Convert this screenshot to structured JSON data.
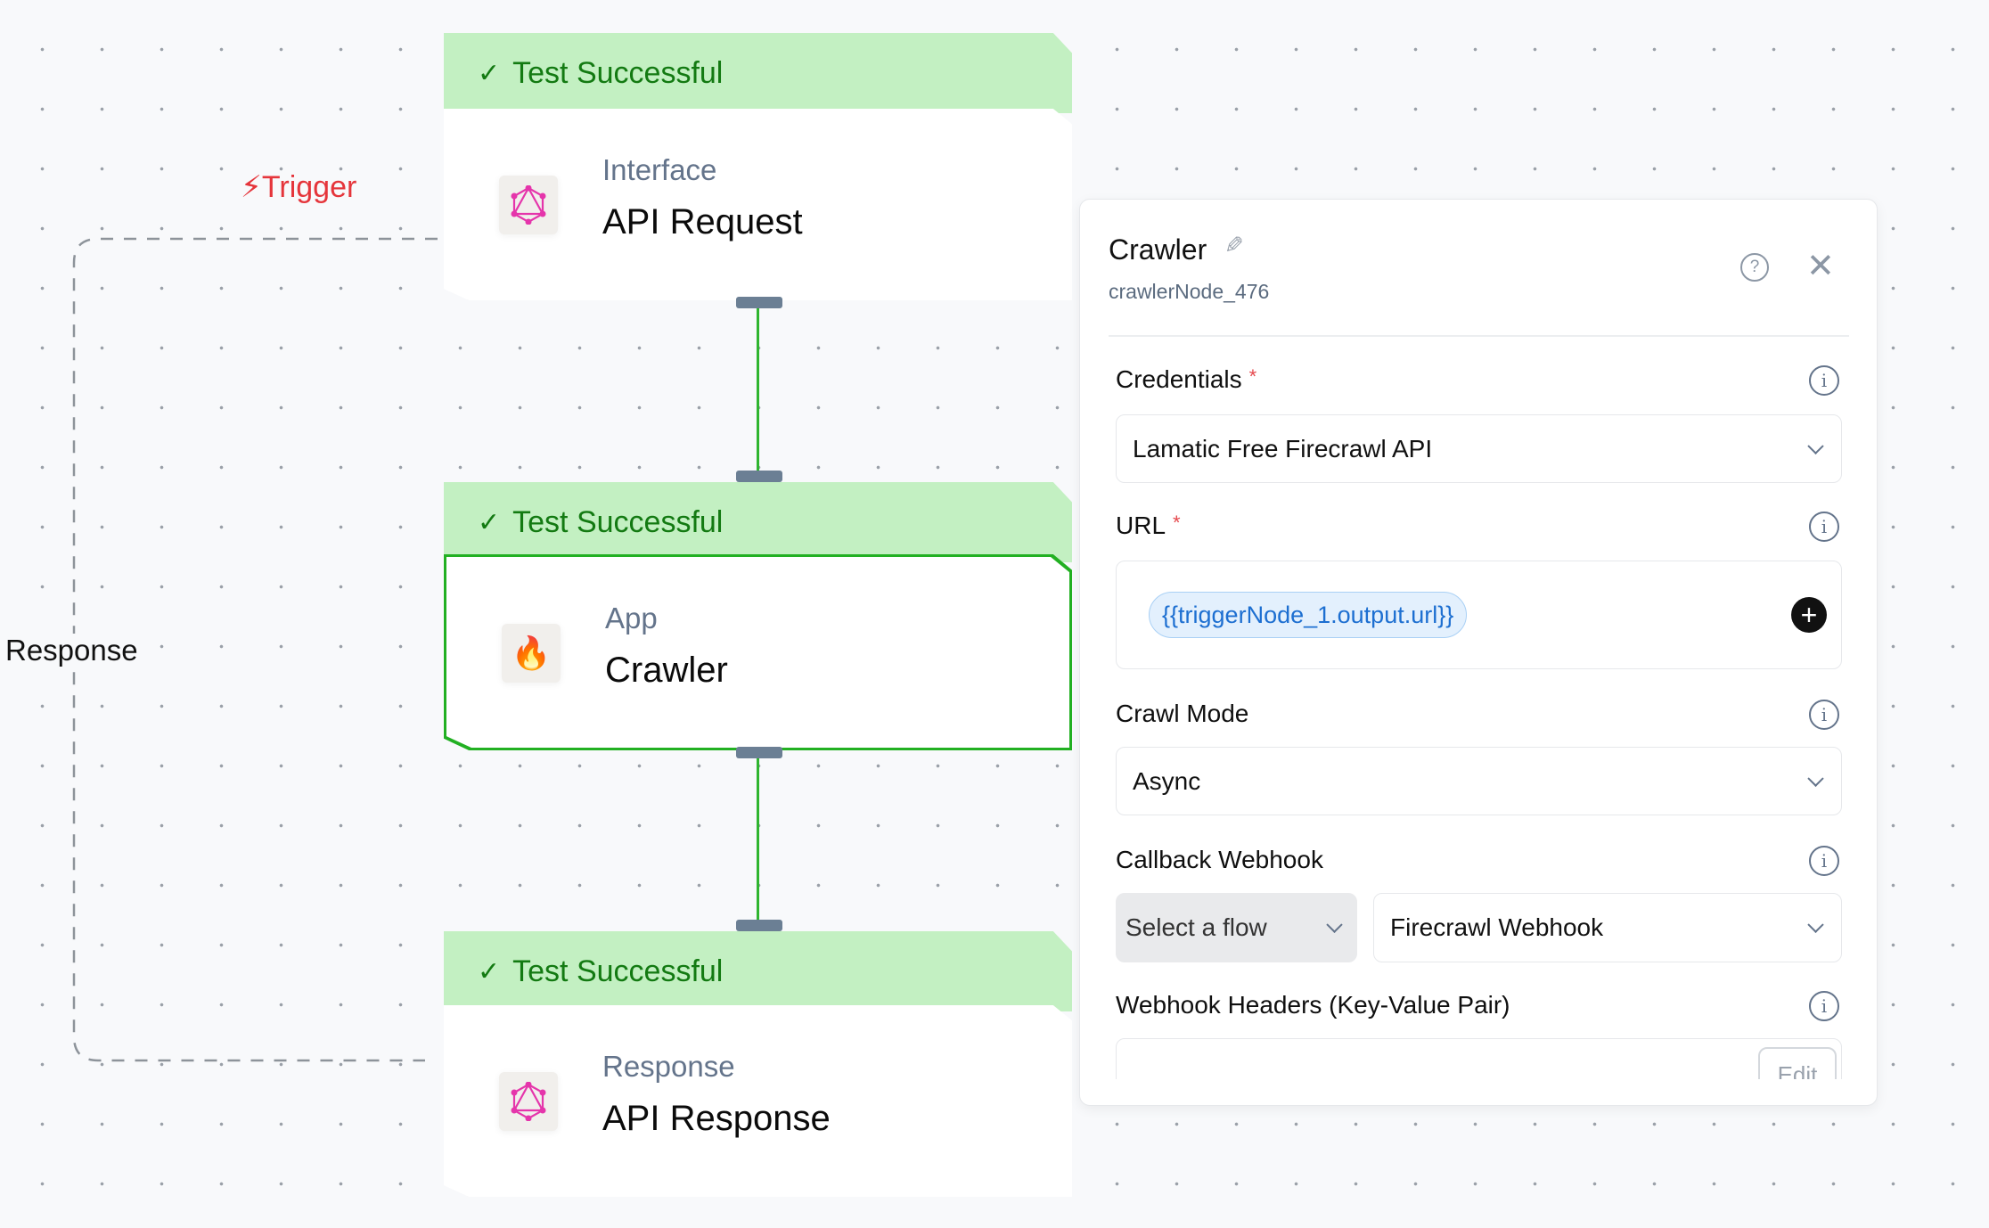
{
  "canvas": {
    "trigger_label": "Trigger",
    "response_edge_label": "Response",
    "nodes": [
      {
        "status": "Test Successful",
        "category": "Interface",
        "title": "API Request",
        "icon": "graphql-icon",
        "selected": false
      },
      {
        "status": "Test Successful",
        "category": "App",
        "title": "Crawler",
        "icon": "fire-icon",
        "selected": true
      },
      {
        "status": "Test Successful",
        "category": "Response",
        "title": "API Response",
        "icon": "graphql-icon",
        "selected": false
      }
    ]
  },
  "panel": {
    "title": "Crawler",
    "node_id": "crawlerNode_476",
    "fields": {
      "credentials": {
        "label": "Credentials",
        "required": "*",
        "value": "Lamatic Free Firecrawl API"
      },
      "url": {
        "label": "URL",
        "required": "*",
        "value": "{{triggerNode_1.output.url}}"
      },
      "crawl_mode": {
        "label": "Crawl Mode",
        "value": "Async"
      },
      "callback_webhook": {
        "label": "Callback Webhook",
        "flow_placeholder": "Select a flow",
        "value": "Firecrawl Webhook"
      },
      "webhook_headers": {
        "label": "Webhook Headers (Key-Value Pair)",
        "edit_label": "Edit"
      }
    }
  },
  "colors": {
    "success_bg": "#c3f0c2",
    "success_text": "#137a12",
    "selected_border": "#22b022",
    "trigger": "#e5353b",
    "chip_bg": "#e3f0fd",
    "chip_text": "#1d6fd1"
  }
}
